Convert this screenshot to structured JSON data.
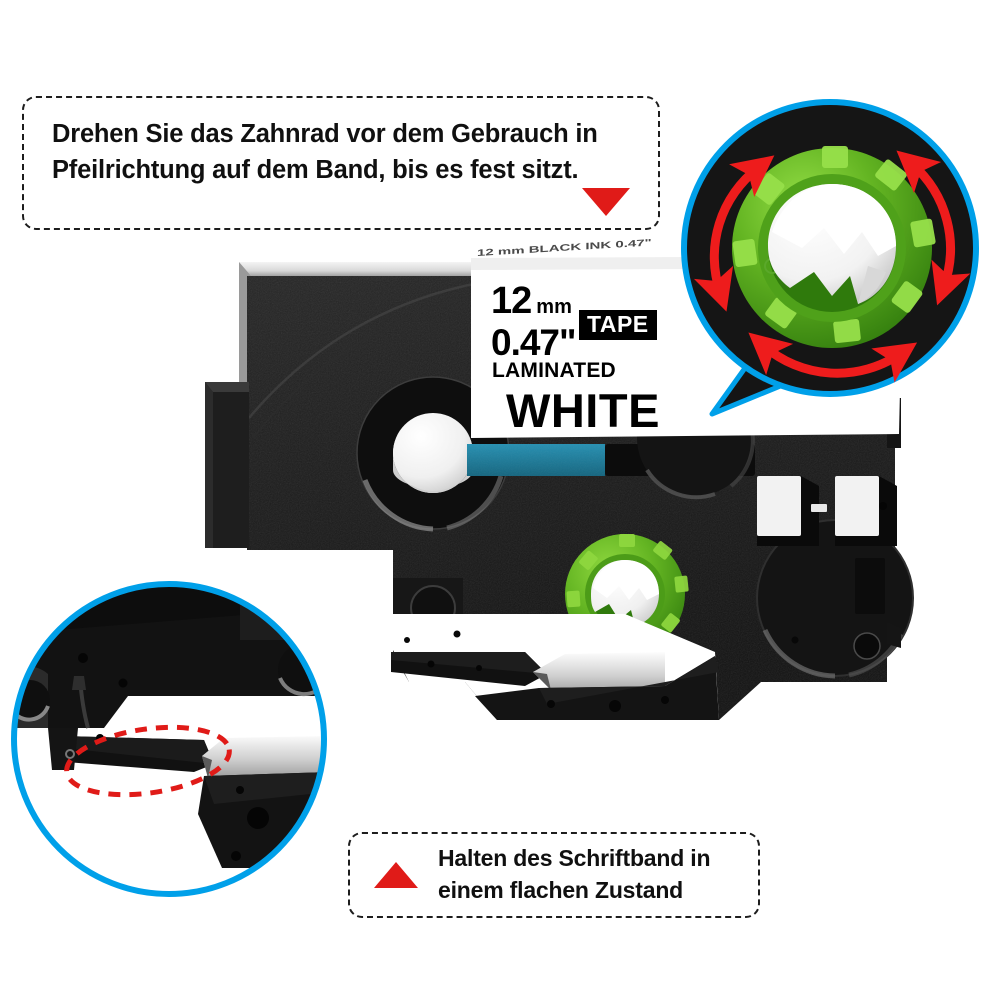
{
  "page": {
    "language": "de",
    "product_type": "label-tape-cassette",
    "background_color": "#ffffff"
  },
  "callouts": {
    "top": {
      "text": "Drehen Sie das Zahnrad vor dem Gebrauch in Pfeilrichtung auf dem Band, bis es fest sitzt.",
      "marker_icon": "red-triangle-down-icon",
      "marker_color": "#e01b18",
      "border_style": "dashed"
    },
    "bottom": {
      "text": "Halten des Schriftband in einem flachen Zustand",
      "marker_icon": "red-triangle-up-icon",
      "marker_color": "#e01b18",
      "border_style": "dashed"
    }
  },
  "cassette_label": {
    "micro_top_line": "12 mm  BLACK INK  0.47\"",
    "width_metric_value": "12",
    "width_metric_unit": "mm",
    "width_imperial": "0.47\"",
    "lamination": "LAMINATED",
    "color_name": "WHITE",
    "badge": "TAPE",
    "label_background": "#ffffff",
    "label_text_color": "#000000",
    "badge_background": "#000000",
    "badge_text_color": "#ffffff"
  },
  "cassette_parts": {
    "body_color": "#1a1a1a",
    "top_bevel_color": "#e8e8e8",
    "teal_strip_color": "#1a7d9e",
    "gear_green_light": "#7ec832",
    "gear_green_dark": "#3f8a12",
    "hub_white": "#f7f7f7",
    "tape_strip_color": "#c9c9c9",
    "spool_hub": "white-spool-hub",
    "gear_wheel": "green-gear-wheel",
    "large_disc": "large-black-disc",
    "slots": "two-rectangular-slots",
    "side_tab": "left-side-tab",
    "tape_exit": "tape-exit-guide"
  },
  "magnifiers": {
    "gear": {
      "ring_color": "#00a0e9",
      "interior_color": "#151515",
      "subject": "green-gear-wheel",
      "arrow_color": "#ee1c1c",
      "arrow_count": 3,
      "arrow_direction": "counter-clockwise-rotation",
      "pointer": "toward-cassette-gear"
    },
    "flat": {
      "ring_color": "#00a0e9",
      "interior_color": "#ffffff",
      "subject": "tape-exit-flatness",
      "highlight_shape": "red-dashed-ellipse",
      "highlight_color": "#e01b18"
    }
  },
  "colors": {
    "accent_blue": "#00a0e9",
    "accent_red": "#e01b18",
    "accent_green": "#5fae1f",
    "accent_teal": "#1a7d9e",
    "body_black": "#1a1a1a"
  }
}
